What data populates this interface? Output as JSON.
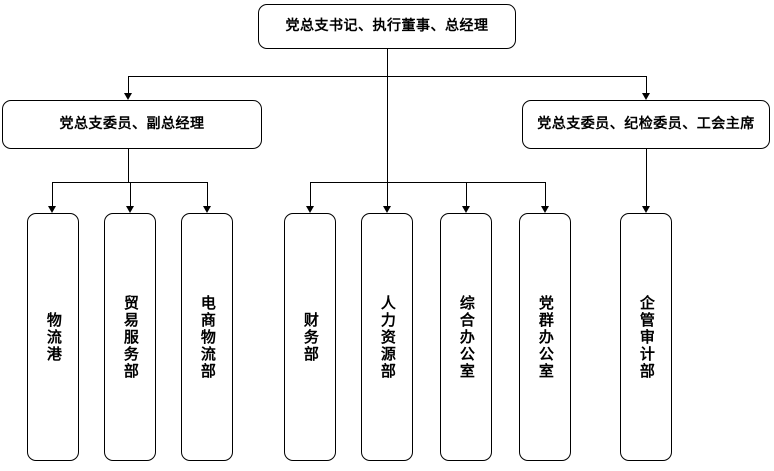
{
  "chart": {
    "type": "org-chart",
    "title": "",
    "orientation": "top-down",
    "levels": 3,
    "colors": {
      "line": "#000000",
      "box_border": "#000000",
      "box_fill": "#ffffff",
      "text": "#000000",
      "background": "#ffffff"
    }
  },
  "level1": {
    "root": {
      "label": "党总支书记、执行董事、总经理",
      "orientation": "horizontal"
    }
  },
  "level2": {
    "left": {
      "label": "党总支委员、副总经理",
      "orientation": "horizontal"
    },
    "right": {
      "label": "党总支委员、纪检委员、工会主席",
      "orientation": "horizontal"
    }
  },
  "level3": {
    "left_group": [
      {
        "label": "物流港",
        "orientation": "vertical",
        "parent": "党总支委员、副总经理"
      },
      {
        "label": "贸易服务部",
        "orientation": "vertical",
        "parent": "党总支委员、副总经理"
      },
      {
        "label": "电商物流部",
        "orientation": "vertical",
        "parent": "党总支委员、副总经理"
      }
    ],
    "center_group": [
      {
        "label": "财务部",
        "orientation": "vertical",
        "parent": "党总支书记、执行董事、总经理"
      },
      {
        "label": "人力资源部",
        "orientation": "vertical",
        "parent": "党总支书记、执行董事、总经理"
      },
      {
        "label": "综合办公室",
        "orientation": "vertical",
        "parent": "党总支书记、执行董事、总经理"
      },
      {
        "label": "党群办公室",
        "orientation": "vertical",
        "parent": "党总支书记、执行董事、总经理"
      }
    ],
    "right_group": [
      {
        "label": "企管审计部",
        "orientation": "vertical",
        "parent": "党总支委员、纪检委员、工会主席"
      }
    ]
  }
}
